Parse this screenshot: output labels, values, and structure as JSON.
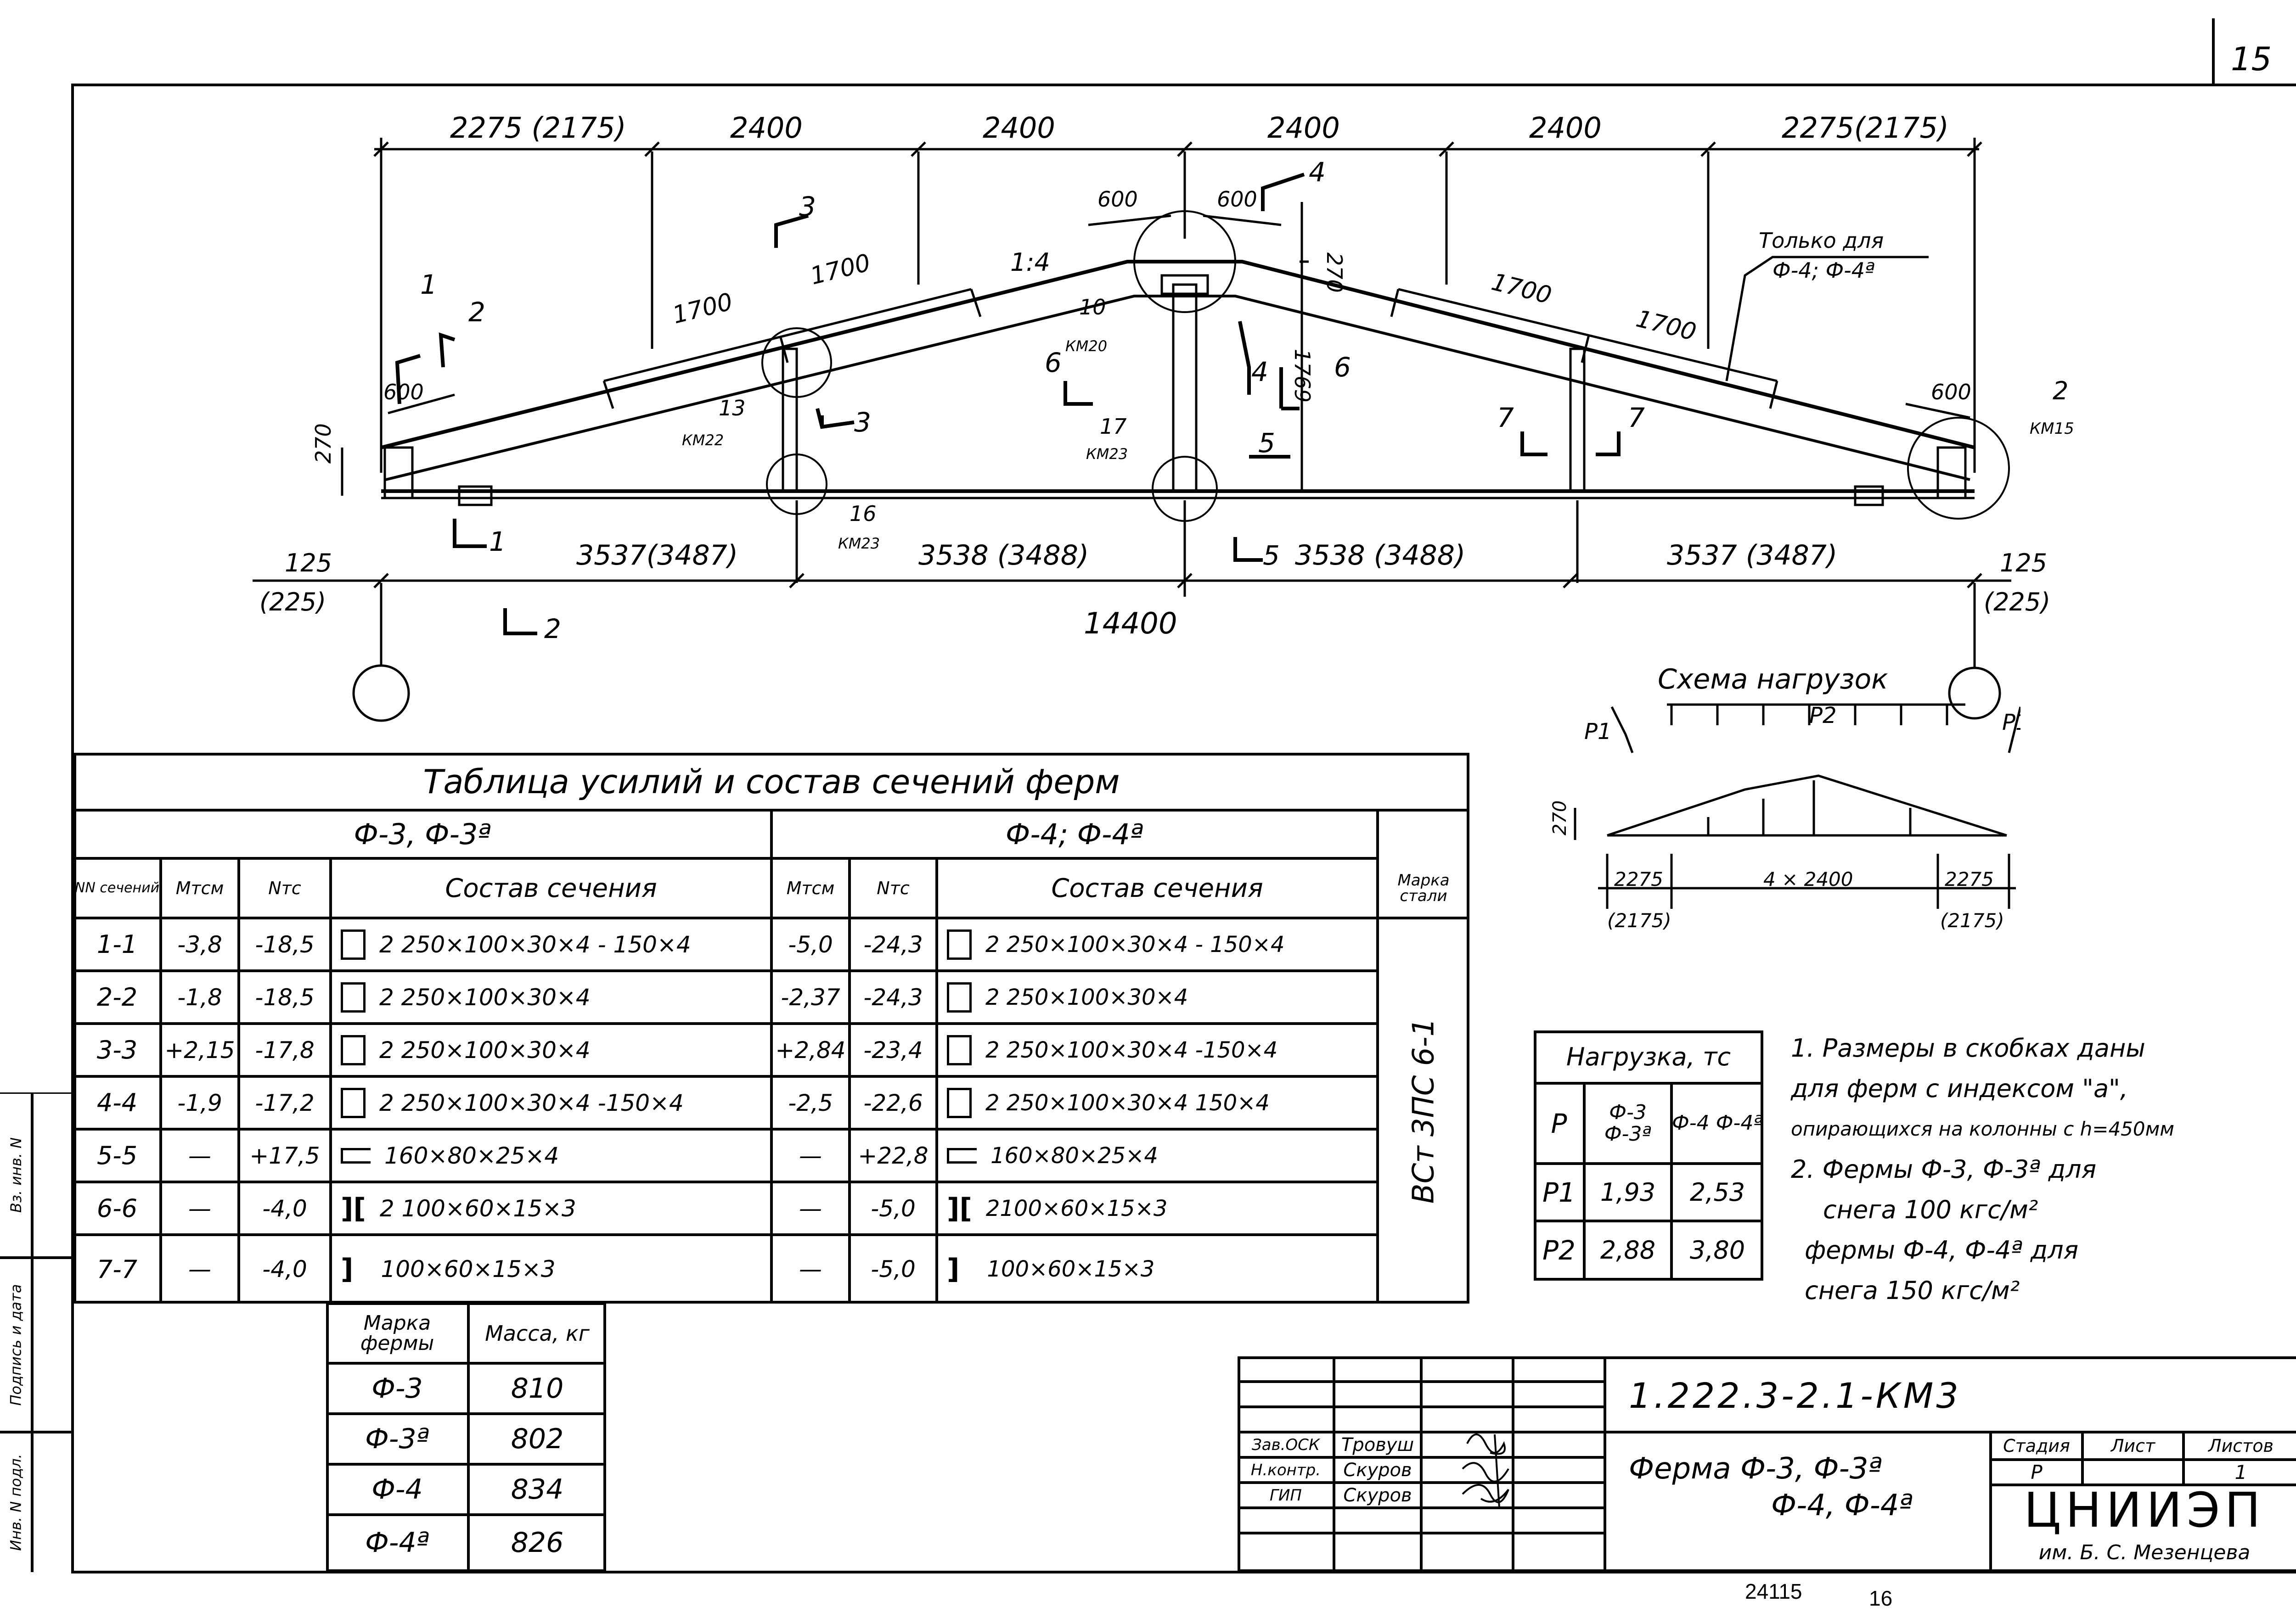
{
  "sheet_number": "15",
  "footer": {
    "archive_no": "24115",
    "page_no": "16"
  },
  "drawing": {
    "top_dims": [
      "2275 (2175)",
      "2400",
      "2400",
      "2400",
      "2400",
      "2275(2175)"
    ],
    "bottom_dims": [
      "3537(3487)",
      "3538 (3488)",
      "3538 (3488)",
      "3537 (3487)"
    ],
    "overall_dim": "14400",
    "end_dim_left": "125",
    "end_dim_left_alt": "(225)",
    "end_dim_right": "125",
    "end_dim_right_alt": "(225)",
    "slope": "1:4",
    "dim_600": "600",
    "dim_1700": "1700",
    "dim_270": "270",
    "dim_1769": "1769",
    "only_for_note_line1": "Только для",
    "only_for_note_line2": "Ф-4; Ф-4ª",
    "section_marks": [
      "1",
      "2",
      "3",
      "4",
      "5",
      "6",
      "7"
    ],
    "node_refs": [
      {
        "num": "13",
        "sheet": "КМ22"
      },
      {
        "num": "10",
        "sheet": "КМ20"
      },
      {
        "num": "17",
        "sheet": "КМ23"
      },
      {
        "num": "16",
        "sheet": "КМ23"
      },
      {
        "num": "2",
        "sheet": "КМ15"
      }
    ]
  },
  "load_scheme": {
    "title": "Схема нагрузок",
    "p1": "P1",
    "p2": "P2",
    "dim_270": "270",
    "left_dim": "2275",
    "left_dim_alt": "(2175)",
    "center_dim": "4 × 2400",
    "right_dim": "2275",
    "right_dim_alt": "(2175)"
  },
  "forces_table": {
    "title": "Таблица усилий и состав сечений ферм",
    "group_left": "Ф-3, Ф-3ª",
    "group_right": "Ф-4; Ф-4ª",
    "headers": [
      "NN сечений",
      "Мтсм",
      "Nтс",
      "Состав сечения",
      "Мтсм",
      "Nтс",
      "Состав сечения",
      "Марка стали"
    ],
    "rows": [
      {
        "sec": "1-1",
        "m1": "-3,8",
        "n1": "-18,5",
        "c1": "2 250×100×30×4 - 150×4",
        "m2": "-5,0",
        "n2": "-24,3",
        "c2": "2 250×100×30×4 - 150×4"
      },
      {
        "sec": "2-2",
        "m1": "-1,8",
        "n1": "-18,5",
        "c1": "2 250×100×30×4",
        "m2": "-2,37",
        "n2": "-24,3",
        "c2": "2 250×100×30×4"
      },
      {
        "sec": "3-3",
        "m1": "+2,15",
        "n1": "-17,8",
        "c1": "2 250×100×30×4",
        "m2": "+2,84",
        "n2": "-23,4",
        "c2": "2 250×100×30×4 -150×4"
      },
      {
        "sec": "4-4",
        "m1": "-1,9",
        "n1": "-17,2",
        "c1": "2 250×100×30×4 -150×4",
        "m2": "-2,5",
        "n2": "-22,6",
        "c2": "2 250×100×30×4  150×4"
      },
      {
        "sec": "5-5",
        "m1": "—",
        "n1": "+17,5",
        "c1": "160×80×25×4",
        "m2": "—",
        "n2": "+22,8",
        "c2": "160×80×25×4"
      },
      {
        "sec": "6-6",
        "m1": "—",
        "n1": "-4,0",
        "c1": "2 100×60×15×3",
        "m2": "—",
        "n2": "-5,0",
        "c2": "2100×60×15×3"
      },
      {
        "sec": "7-7",
        "m1": "—",
        "n1": "-4,0",
        "c1": "100×60×15×3",
        "m2": "—",
        "n2": "-5,0",
        "c2": "100×60×15×3"
      }
    ],
    "steel_grade": "ВСт 3ПС 6-1"
  },
  "mass_table": {
    "headers": [
      "Марка фермы",
      "Масса, кг"
    ],
    "rows": [
      {
        "mark": "Ф-3",
        "mass": "810"
      },
      {
        "mark": "Ф-3ª",
        "mass": "802"
      },
      {
        "mark": "Ф-4",
        "mass": "834"
      },
      {
        "mark": "Ф-4ª",
        "mass": "826"
      }
    ]
  },
  "load_table": {
    "header": "Нагрузка, тс",
    "col_f3": "Ф-3 Ф-3ª",
    "col_f4": "Ф-4 Ф-4ª",
    "rows": [
      {
        "name": "P",
        "f3": "",
        "f4": ""
      },
      {
        "name": "P1",
        "f3": "1,93",
        "f4": "2,53"
      },
      {
        "name": "P2",
        "f3": "2,88",
        "f4": "3,80"
      }
    ]
  },
  "notes": [
    "1. Размеры в скобках даны",
    "для ферм с индексом \"а\",",
    "опирающихся на колонны с h=450мм",
    "2. Фермы Ф-3, Ф-3ª для",
    "снега 100 кгс/м²",
    "фермы Ф-4, Ф-4ª для",
    "снега 150 кгс/м²"
  ],
  "title_block": {
    "code": "1.222.3-2.1-КМ3",
    "name_line1": "Ферма   Ф-3, Ф-3ª",
    "name_line2": "Ф-4, Ф-4ª",
    "stage_label": "Стадия",
    "sheet_label": "Лист",
    "sheets_label": "Листов",
    "stage": "Р",
    "sheets": "1",
    "org": "ЦНИИЭП",
    "org_sub": "им. Б. С. Мезенцева",
    "roles": [
      {
        "role": "Зав.ОСК",
        "name": "Тровуш"
      },
      {
        "role": "Н.контр.",
        "name": "Скуров"
      },
      {
        "role": "ГИП",
        "name": "Скуров"
      }
    ]
  },
  "side_stamp": [
    "Инв. N подл.",
    "Подпись и дата",
    "Вз. инв. N"
  ]
}
